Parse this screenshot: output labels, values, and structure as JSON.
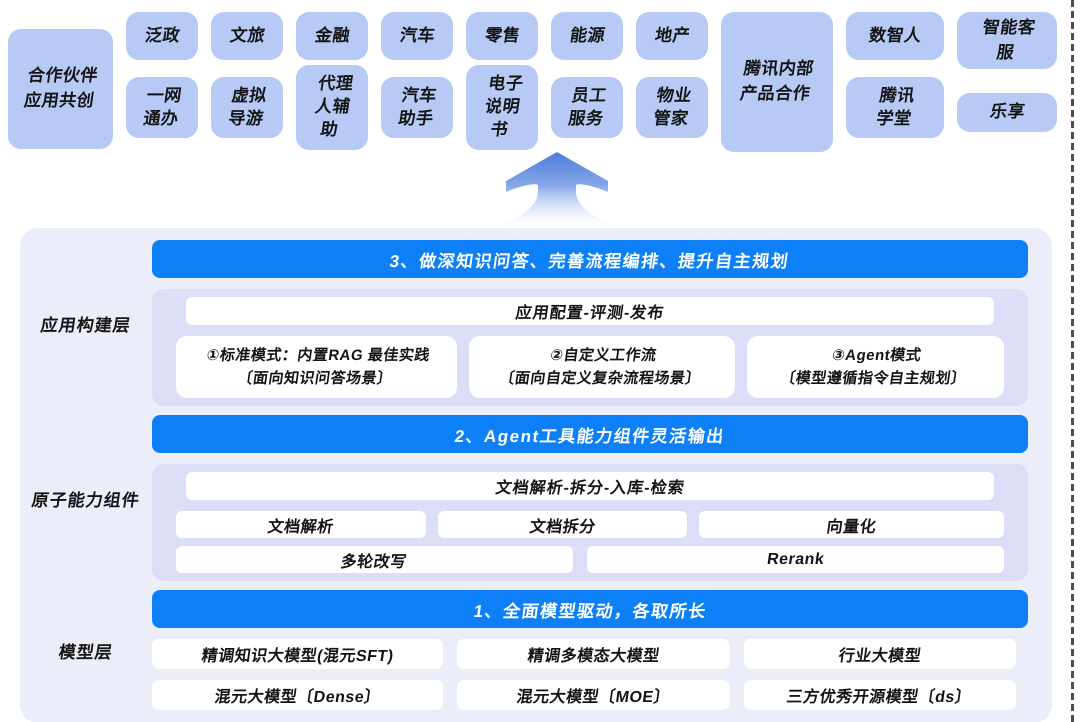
{
  "accents": {
    "banner_blue": "#0d80f8",
    "top_box_blue": "#b6caf5",
    "panel_bg": "#ebedf8",
    "subpanel_bg": "#dbdef6",
    "card_white": "#ffffff",
    "text_dark": "#141414",
    "dashed_border_gray": "#4d4d4d"
  },
  "top_band": {
    "partner_box": "合作伙伴\n应用共创",
    "industry_columns": [
      {
        "top": "泛政",
        "bottom": "一网\n通办"
      },
      {
        "top": "文旅",
        "bottom": "虚拟\n导游"
      },
      {
        "top": "金融",
        "bottom": "代理\n人辅\n助"
      },
      {
        "top": "汽车",
        "bottom": "汽车\n助手"
      },
      {
        "top": "零售",
        "bottom": "电子\n说明\n书"
      },
      {
        "top": "能源",
        "bottom": "员工\n服务"
      },
      {
        "top": "地产",
        "bottom": "物业\n管家"
      }
    ],
    "tencent_box": "腾讯内部\n产品合作",
    "internal_columns": [
      {
        "top": "数智人",
        "bottom": "腾讯\n学堂"
      },
      {
        "top": "智能客\n服",
        "bottom": "乐享"
      }
    ]
  },
  "layers": [
    {
      "label": "应用构建层",
      "banner": "3、做深知识问答、完善流程编排、提升自主规划",
      "bar": "应用配置-评测-发布",
      "mode_boxes": [
        "①标准模式：内置RAG 最佳实践\n〔面向知识问答场景〕",
        "②自定义工作流\n〔面向自定义复杂流程场景〕",
        "③Agent模式\n〔模型遵循指令自主规划〕"
      ]
    },
    {
      "label": "原子能力组件",
      "banner": "2、Agent工具能力组件灵活输出",
      "bar": "文档解析-拆分-入库-检索",
      "row1": [
        "文档解析",
        "文档拆分",
        "向量化"
      ],
      "row2": [
        "多轮改写",
        "Rerank"
      ]
    },
    {
      "label": "模型层",
      "banner": "1、全面模型驱动，各取所长",
      "row1": [
        "精调知识大模型(混元SFT)",
        "精调多模态大模型",
        "行业大模型"
      ],
      "row2": [
        "混元大模型〔Dense〕",
        "混元大模型〔MOE〕",
        "三方优秀开源模型〔ds〕"
      ]
    }
  ]
}
